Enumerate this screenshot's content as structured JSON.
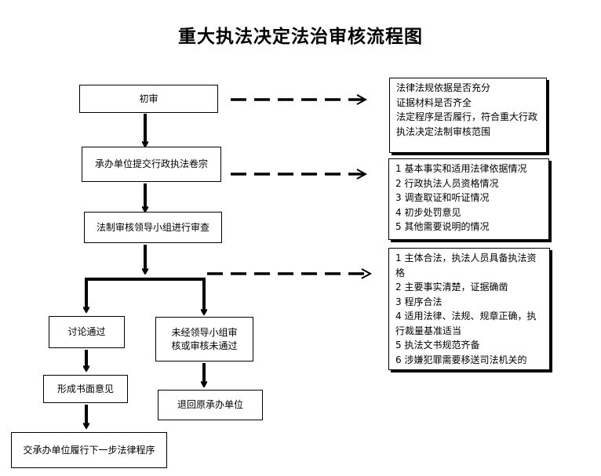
{
  "title": "重大执法决定法治审核流程图",
  "steps": {
    "initial_review": "初审",
    "submit_files": "承办单位提交行政执法卷宗",
    "group_review": "法制审核领导小组进行审查",
    "passed": "讨论通过",
    "not_passed": "未经领导小组审核或审核未通过",
    "written_opinion": "形成书面意见",
    "return_unit": "退回原承办单位",
    "next_step": "交承办单位履行下一步法律程序"
  },
  "notes": {
    "note1": [
      "法律法规依据是否充分",
      "证据材料是否齐全",
      "法定程序是否履行，符合重大行政执法决定法制审核范围"
    ],
    "note2": [
      "1 基本事实和适用法律依据情况",
      "2 行政执法人员资格情况",
      "3 调查取证和听证情况",
      "4 初步处罚意见",
      "5 其他需要说明的情况"
    ],
    "note3": [
      "1 主体合法，执法人员具备执法资格",
      "2 主要事实清楚，证据确凿",
      "3 程序合法",
      "4 适用法律、法规、规章正确，执行裁量基准适当",
      "5 执法文书规范齐备",
      "6 涉嫌犯罪需要移送司法机关的"
    ]
  }
}
